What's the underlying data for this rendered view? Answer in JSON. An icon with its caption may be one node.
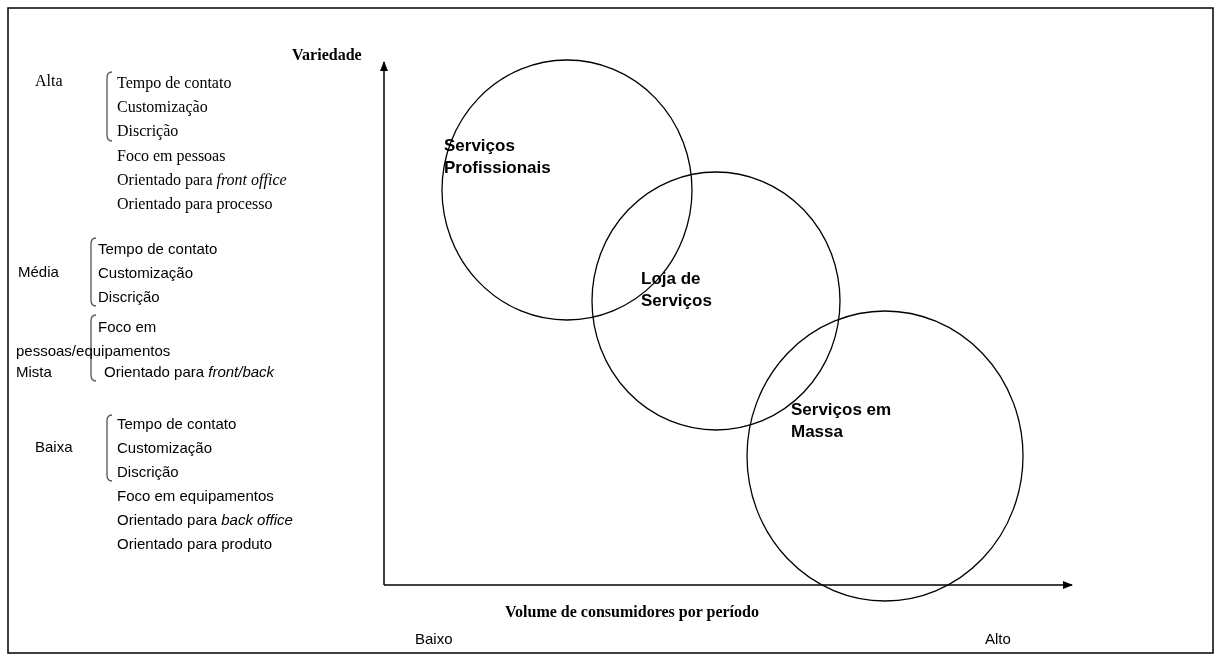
{
  "diagram": {
    "nodes": [
      {
        "text": [
          "Serviços Profissionais"
        ]
      },
      {
        "text": [
          "Loja de Serviços"
        ]
      },
      {
        "text": [
          "Serviços em Massa"
        ]
      }
    ],
    "labels": [
      "Variedade",
      "Alta",
      "Tempo de contato",
      "Customização",
      "Discrição",
      "Foco em pessoas",
      "Orientado para *front office*",
      "Orientado para processo",
      "Média",
      "Tempo de contato",
      "Customização",
      "Discrição",
      "Foco em pessoas/equipamentos",
      "Mista",
      "Orientado para *front/back*",
      "Baixa",
      "Tempo de contato",
      "Customização",
      "Discrição",
      "Foco em equipamentos",
      "Orientado para *back  office*",
      "Orientado para produto",
      "Volume de consumidores por período",
      "Baixo",
      "Alto"
    ]
  }
}
